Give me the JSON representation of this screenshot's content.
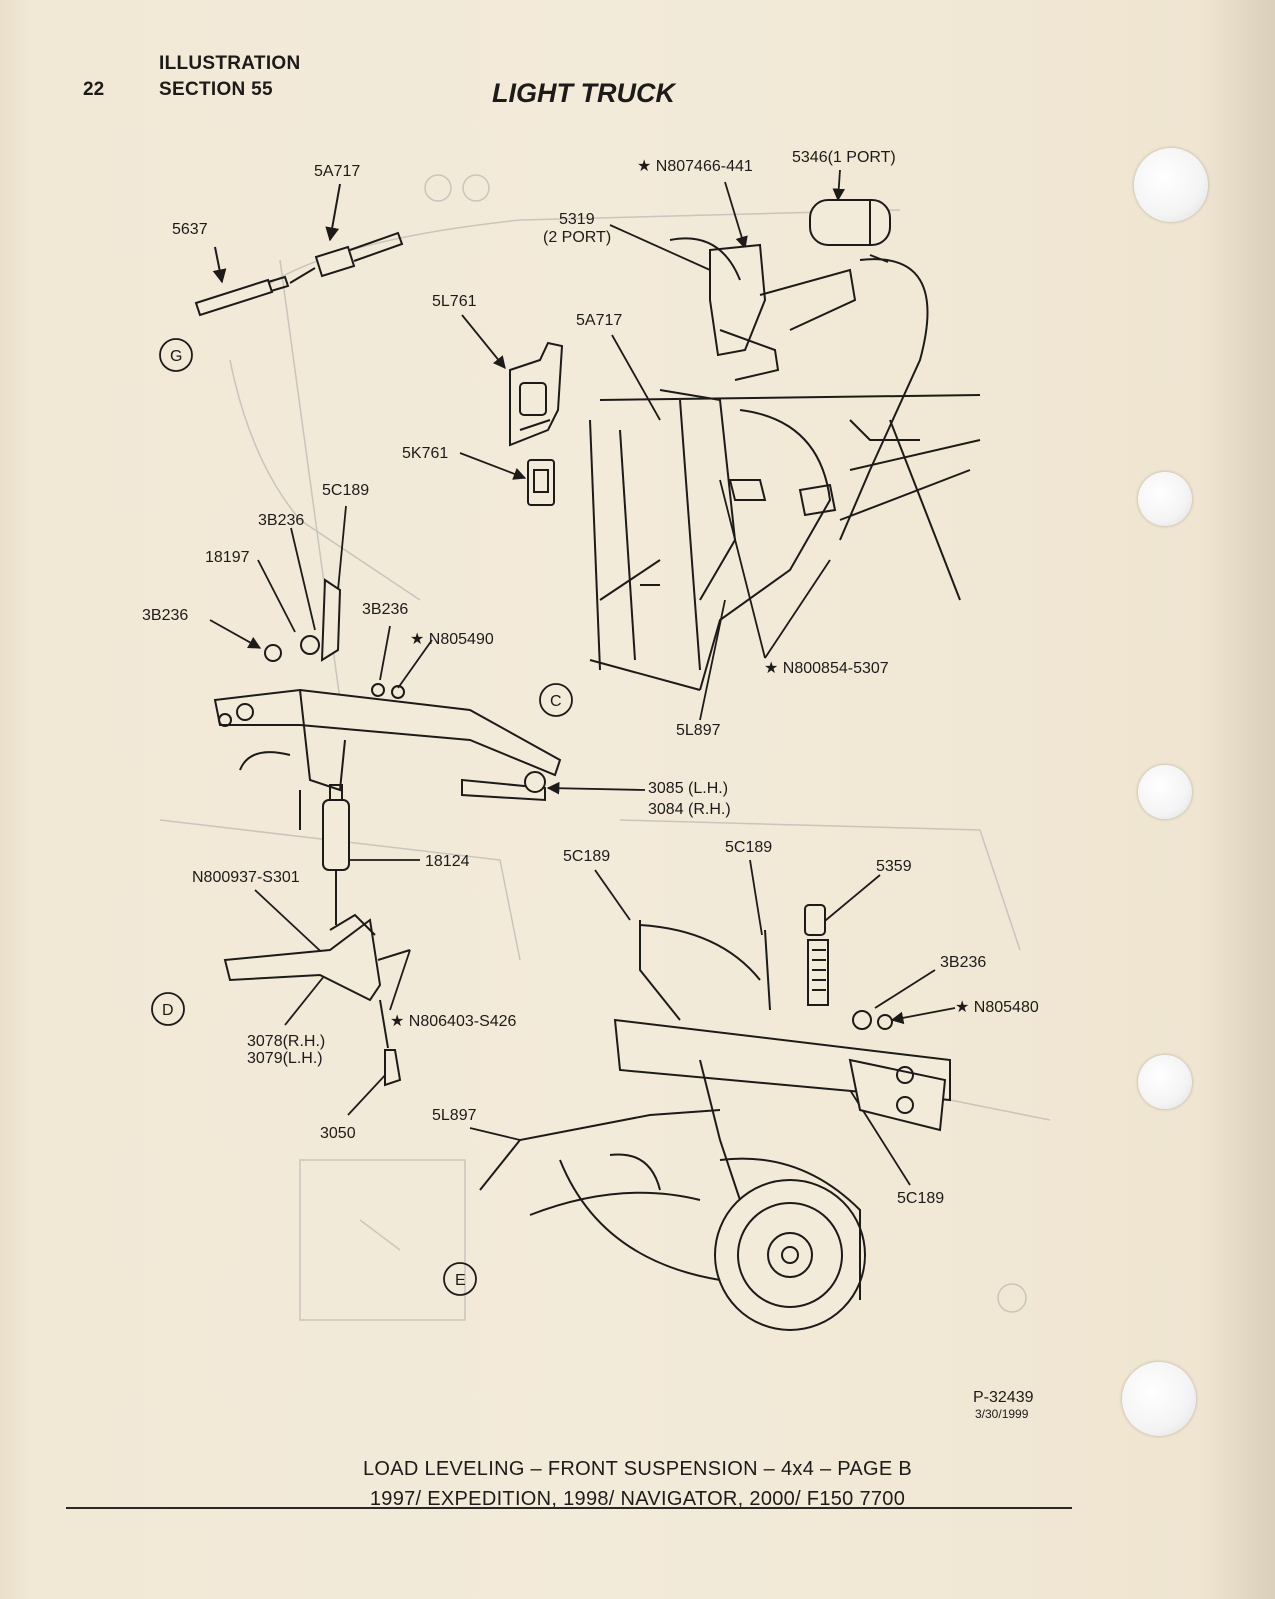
{
  "header": {
    "page_number": "22",
    "section_line1": "ILLUSTRATION",
    "section_line2": "SECTION 55",
    "title": "LIGHT TRUCK"
  },
  "diagram": {
    "view_letters": [
      "G",
      "C",
      "D",
      "E"
    ],
    "labels": {
      "l_5637": "5637",
      "l_5a717_top": "5A717",
      "l_5l761": "5L761",
      "l_5a717_mid": "5A717",
      "l_5319_a": "5319",
      "l_5319_b": "(2 PORT)",
      "l_n807466": "★ N807466-441",
      "l_5346": "5346(1 PORT)",
      "l_5k761": "5K761",
      "l_5c189_a": "5C189",
      "l_3b236_a": "3B236",
      "l_18197": "18197",
      "l_3b236_b": "3B236",
      "l_3b236_c": "3B236",
      "l_n805490": "★ N805490",
      "l_n800854": "★ N800854-5307",
      "l_5l897_a": "5L897",
      "l_3085": "3085 (L.H.)",
      "l_3084": "3084 (R.H.)",
      "l_18124": "18124",
      "l_n800937": "N800937-S301",
      "l_n806403": "★ N806403-S426",
      "l_3078": "3078(R.H.)",
      "l_3079": "3079(L.H.)",
      "l_3050": "3050",
      "l_5c189_b": "5C189",
      "l_5c189_c": "5C189",
      "l_5359": "5359",
      "l_3b236_d": "3B236",
      "l_n805480": "★ N805480",
      "l_5l897_b": "5L897",
      "l_5c189_d": "5C189",
      "l_ref": "P-32439",
      "l_date": "3/30/1999"
    }
  },
  "footer": {
    "caption_line1": "LOAD LEVELING – FRONT SUSPENSION – 4x4 – PAGE B",
    "caption_line2": "1997/ EXPEDITION, 1998/ NAVIGATOR, 2000/ F150 7700"
  }
}
